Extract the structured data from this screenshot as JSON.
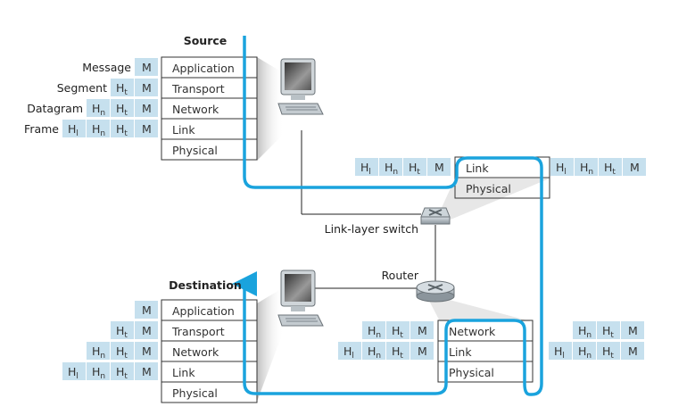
{
  "colors": {
    "path": "#1aa3dd",
    "header_cell": "#c6e0ee",
    "box_stroke": "#333333"
  },
  "source": {
    "title": "Source",
    "layers": [
      "Application",
      "Transport",
      "Network",
      "Link",
      "Physical"
    ],
    "pdu_names": [
      "Message",
      "Segment",
      "Datagram",
      "Frame"
    ],
    "packets": [
      [
        {
          "h": "M",
          "s": ""
        }
      ],
      [
        {
          "h": "H",
          "s": "t"
        },
        {
          "h": "M",
          "s": ""
        }
      ],
      [
        {
          "h": "H",
          "s": "n"
        },
        {
          "h": "H",
          "s": "t"
        },
        {
          "h": "M",
          "s": ""
        }
      ],
      [
        {
          "h": "H",
          "s": "l"
        },
        {
          "h": "H",
          "s": "n"
        },
        {
          "h": "H",
          "s": "t"
        },
        {
          "h": "M",
          "s": ""
        }
      ]
    ]
  },
  "switch": {
    "label": "Link-layer switch",
    "layers": [
      "Link",
      "Physical"
    ],
    "in_packet": [
      {
        "h": "H",
        "s": "l"
      },
      {
        "h": "H",
        "s": "n"
      },
      {
        "h": "H",
        "s": "t"
      },
      {
        "h": "M",
        "s": ""
      }
    ],
    "out_packet": [
      {
        "h": "H",
        "s": "l"
      },
      {
        "h": "H",
        "s": "n"
      },
      {
        "h": "H",
        "s": "t"
      },
      {
        "h": "M",
        "s": ""
      }
    ]
  },
  "router": {
    "label": "Router",
    "layers": [
      "Network",
      "Link",
      "Physical"
    ],
    "in_packets": [
      [
        {
          "h": "H",
          "s": "n"
        },
        {
          "h": "H",
          "s": "t"
        },
        {
          "h": "M",
          "s": ""
        }
      ],
      [
        {
          "h": "H",
          "s": "l"
        },
        {
          "h": "H",
          "s": "n"
        },
        {
          "h": "H",
          "s": "t"
        },
        {
          "h": "M",
          "s": ""
        }
      ]
    ],
    "out_packets": [
      [
        {
          "h": "H",
          "s": "n"
        },
        {
          "h": "H",
          "s": "t"
        },
        {
          "h": "M",
          "s": ""
        }
      ],
      [
        {
          "h": "H",
          "s": "l"
        },
        {
          "h": "H",
          "s": "n"
        },
        {
          "h": "H",
          "s": "t"
        },
        {
          "h": "M",
          "s": ""
        }
      ]
    ]
  },
  "destination": {
    "title": "Destination",
    "layers": [
      "Application",
      "Transport",
      "Network",
      "Link",
      "Physical"
    ],
    "packets": [
      [
        {
          "h": "M",
          "s": ""
        }
      ],
      [
        {
          "h": "H",
          "s": "t"
        },
        {
          "h": "M",
          "s": ""
        }
      ],
      [
        {
          "h": "H",
          "s": "n"
        },
        {
          "h": "H",
          "s": "t"
        },
        {
          "h": "M",
          "s": ""
        }
      ],
      [
        {
          "h": "H",
          "s": "l"
        },
        {
          "h": "H",
          "s": "n"
        },
        {
          "h": "H",
          "s": "t"
        },
        {
          "h": "M",
          "s": ""
        }
      ]
    ]
  }
}
